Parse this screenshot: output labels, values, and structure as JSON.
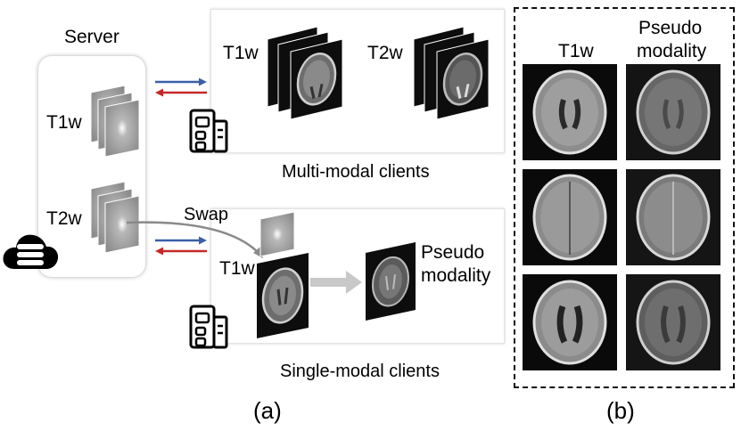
{
  "panel_a": {
    "server_title": "Server",
    "server_t1w": "T1w",
    "server_t2w": "T2w",
    "swap_label": "Swap",
    "multi_t1w": "T1w",
    "multi_t2w": "T2w",
    "multi_caption": "Multi-modal clients",
    "single_t1w": "T1w",
    "pseudo_line1": "Pseudo",
    "pseudo_line2": "modality",
    "single_caption": "Single-modal clients",
    "panel_label": "(a)"
  },
  "panel_b": {
    "col1_header": "T1w",
    "col2_header_line1": "Pseudo",
    "col2_header_line2": "modality",
    "panel_label": "(b)"
  },
  "colors": {
    "upload_arrow": "#3a5fa8",
    "download_arrow": "#c62828",
    "swap_arrow": "#8a8a8a",
    "gen_arrow": "#c8c8c8"
  }
}
